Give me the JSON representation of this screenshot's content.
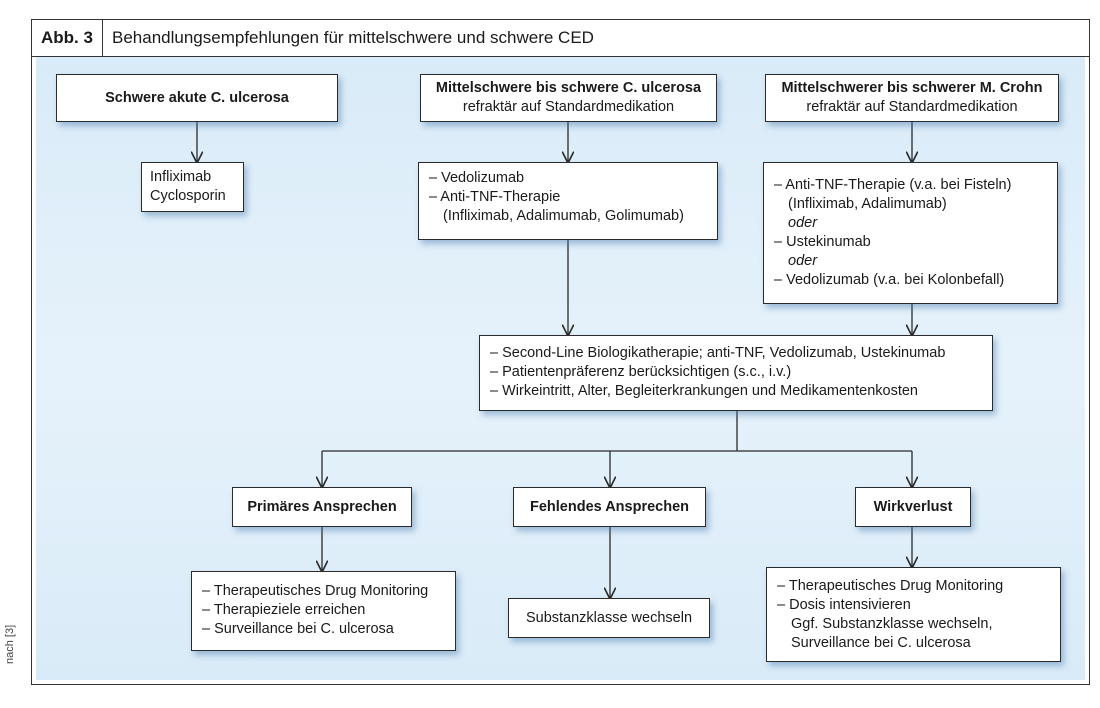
{
  "header": {
    "figure_label": "Abb. 3",
    "title": "Behandlungsempfehlungen für mittelschwere und schwere CED"
  },
  "source_note": "nach [3]",
  "top": {
    "severe_uc": {
      "title": "Schwere akute C. ulcerosa"
    },
    "moderate_uc": {
      "title": "Mittelschwere bis schwere C. ulcerosa",
      "subtitle": "refraktär auf Standardmedikation"
    },
    "moderate_cd": {
      "title": "Mittelschwerer bis schwerer M. Crohn",
      "subtitle": "refraktär auf Standardmedikation"
    }
  },
  "therapy": {
    "severe_uc": [
      "Infliximab",
      "Cyclosporin"
    ],
    "moderate_uc": [
      "– Vedolizumab",
      "– Anti-TNF-Therapie",
      "(Infliximab, Adalimumab, Golimumab)"
    ],
    "moderate_cd": [
      "– Anti-TNF-Therapie (v.a. bei Fisteln)",
      "(Infliximab, Adalimumab)",
      "oder",
      "– Ustekinumab",
      "oder",
      "– Vedolizumab (v.a. bei Kolonbefall)"
    ]
  },
  "second_line": [
    "– Second-Line Biologikatherapie; anti-TNF, Vedolizumab, Ustekinumab",
    "– Patientenpräferenz berücksichtigen (s.c., i.v.)",
    "– Wirkeintritt, Alter, Begleiterkrankungen und Medikamentenkosten"
  ],
  "outcomes": {
    "primary": {
      "title": "Primäres Ansprechen",
      "actions": [
        "– Therapeutisches Drug Monitoring",
        "– Therapieziele erreichen",
        "– Surveillance bei C. ulcerosa"
      ]
    },
    "none": {
      "title": "Fehlendes Ansprechen",
      "actions": [
        "Substanzklasse wechseln"
      ]
    },
    "loss": {
      "title": "Wirkverlust",
      "actions": [
        "– Therapeutisches Drug Monitoring",
        "– Dosis intensivieren",
        "Ggf. Substanzklasse wechseln,",
        "Surveillance bei C. ulcerosa"
      ]
    }
  },
  "colors": {
    "panel_bg": "#dcecf8",
    "box_border": "#2b2b2b",
    "box_shadow": "#4678aa"
  }
}
